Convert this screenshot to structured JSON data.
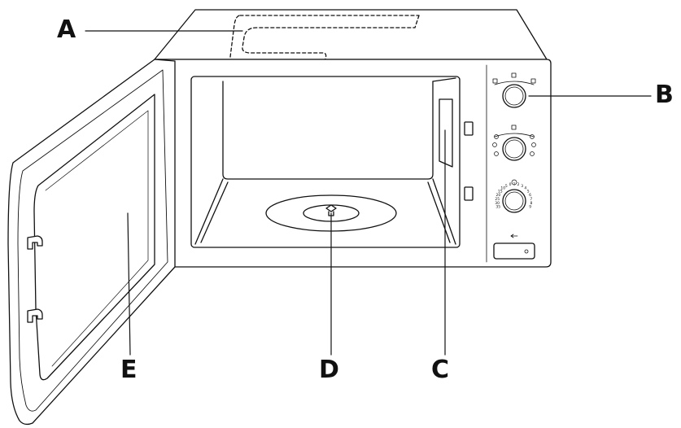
{
  "labels": {
    "a": "A",
    "b": "B",
    "c": "C",
    "d": "D",
    "e": "E"
  },
  "timer_marks": [
    "35",
    "30",
    "25",
    "20",
    "15",
    "10",
    "5",
    "0",
    "1",
    "2",
    "3",
    "4",
    "5",
    "6",
    "7",
    "8",
    "9"
  ],
  "line_color": "#111111"
}
